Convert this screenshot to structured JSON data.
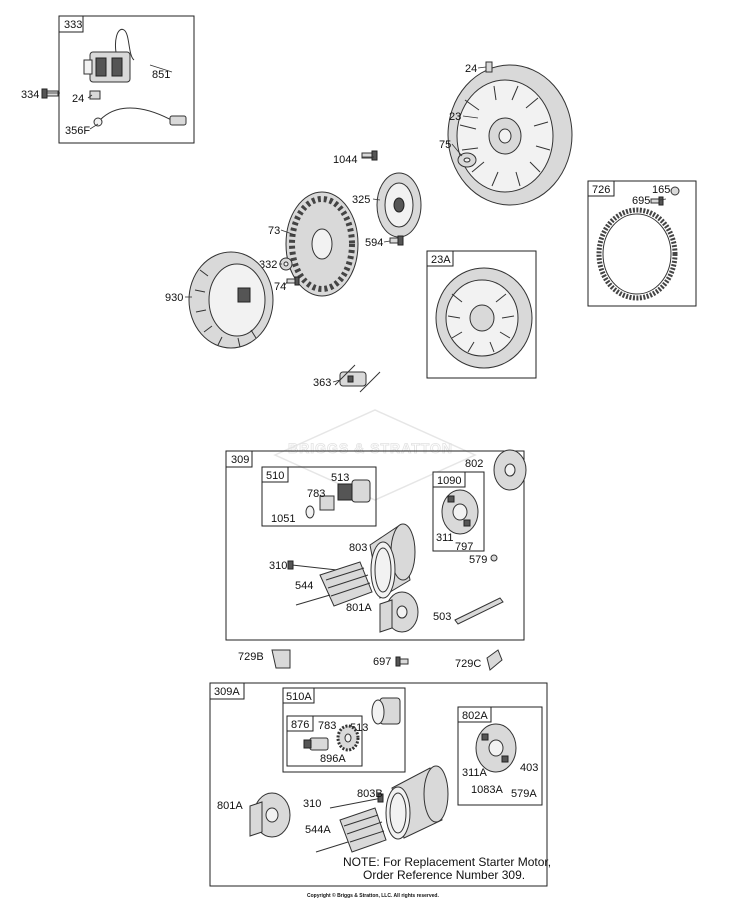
{
  "labels": {
    "l333": "333",
    "l851": "851",
    "l334": "334",
    "l24a": "24",
    "l356F": "356F",
    "l24b": "24",
    "l23": "23",
    "l75": "75",
    "l1044": "1044",
    "l325": "325",
    "l73": "73",
    "l594": "594",
    "l332": "332",
    "l74": "74",
    "l930": "930",
    "l23A": "23A",
    "l726": "726",
    "l165": "165",
    "l695": "695",
    "l363": "363",
    "l309": "309",
    "l510": "510",
    "l513": "513",
    "l783": "783",
    "l1051": "1051",
    "l802": "802",
    "l1090": "1090",
    "l311": "311",
    "l797": "797",
    "l803": "803",
    "l579": "579",
    "l310": "310",
    "l544": "544",
    "l801A": "801A",
    "l503": "503",
    "l729B": "729B",
    "l697": "697",
    "l729C": "729C",
    "l309A": "309A",
    "l510A": "510A",
    "l513b": "513",
    "l876": "876",
    "l783b": "783",
    "l896A": "896A",
    "l802A": "802A",
    "l311A": "311A",
    "l403": "403",
    "l1083A": "1083A",
    "l579A": "579A",
    "l801Ab": "801A",
    "l310b": "310",
    "l803B": "803B",
    "l544A": "544A"
  },
  "note": {
    "line1": "NOTE: For Replacement Starter Motor,",
    "line2": "Order Reference Number 309."
  },
  "watermark": "BRIGGS & STRATTON",
  "copyright": "Copyright © Briggs & Stratton, LLC. All rights reserved."
}
